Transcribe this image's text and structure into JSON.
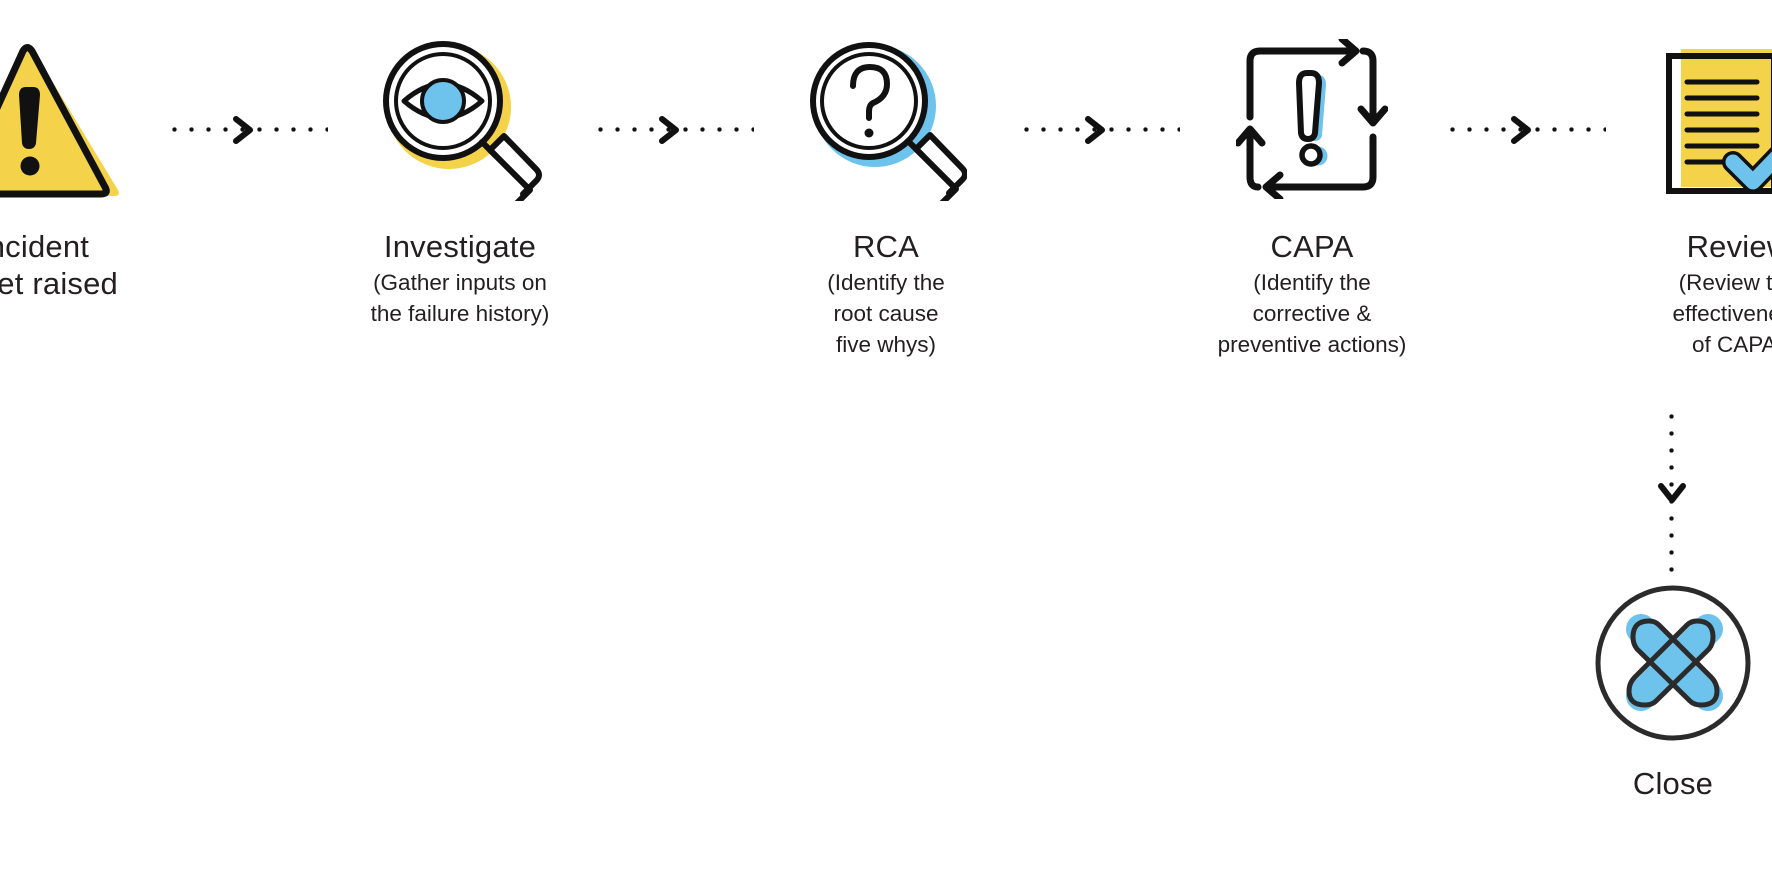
{
  "diagram": {
    "type": "process-flow",
    "orientation": "horizontal-with-vertical-branch",
    "background": "#FFFFFF",
    "palette": {
      "yellow": "#F4D249",
      "blue": "#6EC3EC",
      "ink": "#111111",
      "text": "#231F20"
    },
    "steps": [
      {
        "id": "incident",
        "icon": "warning-triangle-icon",
        "title": "Incident\nticket raised",
        "subtitle": ""
      },
      {
        "id": "investigate",
        "icon": "magnifier-eye-icon",
        "title": "Investigate",
        "subtitle": "(Gather inputs on\nthe failure history)"
      },
      {
        "id": "rca",
        "icon": "magnifier-question-icon",
        "title": "RCA",
        "subtitle": "(Identify the\nroot cause\nfive whys)"
      },
      {
        "id": "capa",
        "icon": "cycle-exclamation-icon",
        "title": "CAPA",
        "subtitle": "(Identify the\ncorrective &\npreventive actions)"
      },
      {
        "id": "review",
        "icon": "document-check-icon",
        "title": "Review",
        "subtitle": "(Review the\neffectiveness\nof CAPA)"
      }
    ],
    "terminal": {
      "id": "close",
      "icon": "circle-cross-icon",
      "title": "Close",
      "subtitle": ""
    },
    "connectors": {
      "horizontal_style": "dotted-line-with-chevron",
      "vertical_style": "dotted-line-with-down-chevron",
      "count_horizontal": 4,
      "count_vertical": 1
    }
  }
}
